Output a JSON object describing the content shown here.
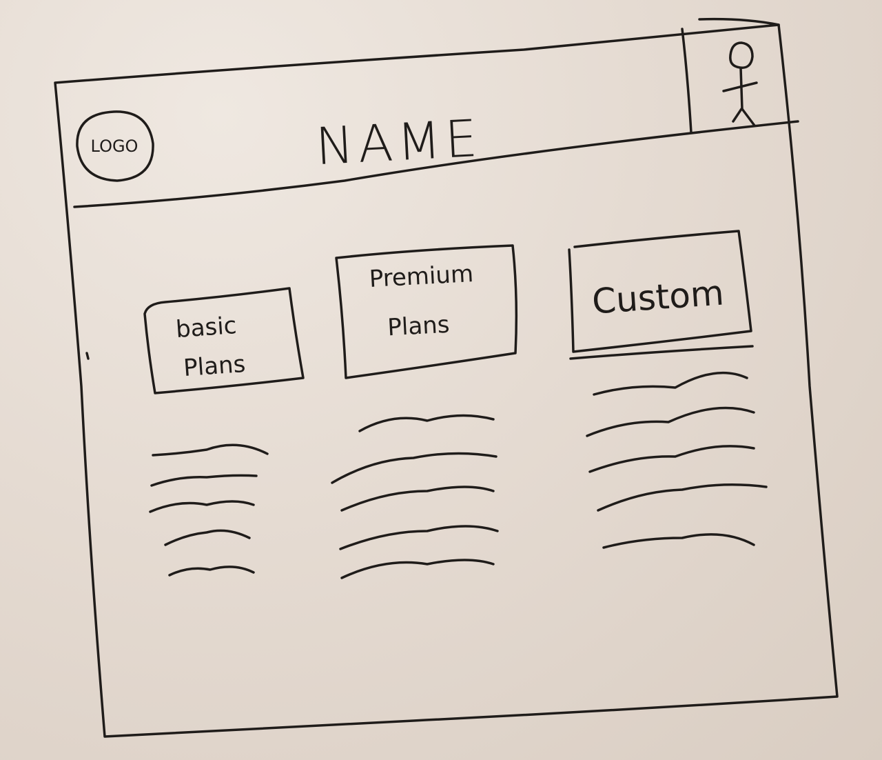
{
  "header": {
    "logo_label": "LOGO",
    "site_name": "NAME",
    "account_icon": "stick-figure-user-icon"
  },
  "plans": [
    {
      "line1": "basic",
      "line2": "Plans",
      "description_lines": 5
    },
    {
      "line1": "Premium",
      "line2": "Plans",
      "description_lines": 5
    },
    {
      "line1": "Custom",
      "line2": "",
      "description_lines": 5
    }
  ],
  "colors": {
    "ink": "#1f1c1a",
    "whiteboard": "#e5dbd2"
  }
}
